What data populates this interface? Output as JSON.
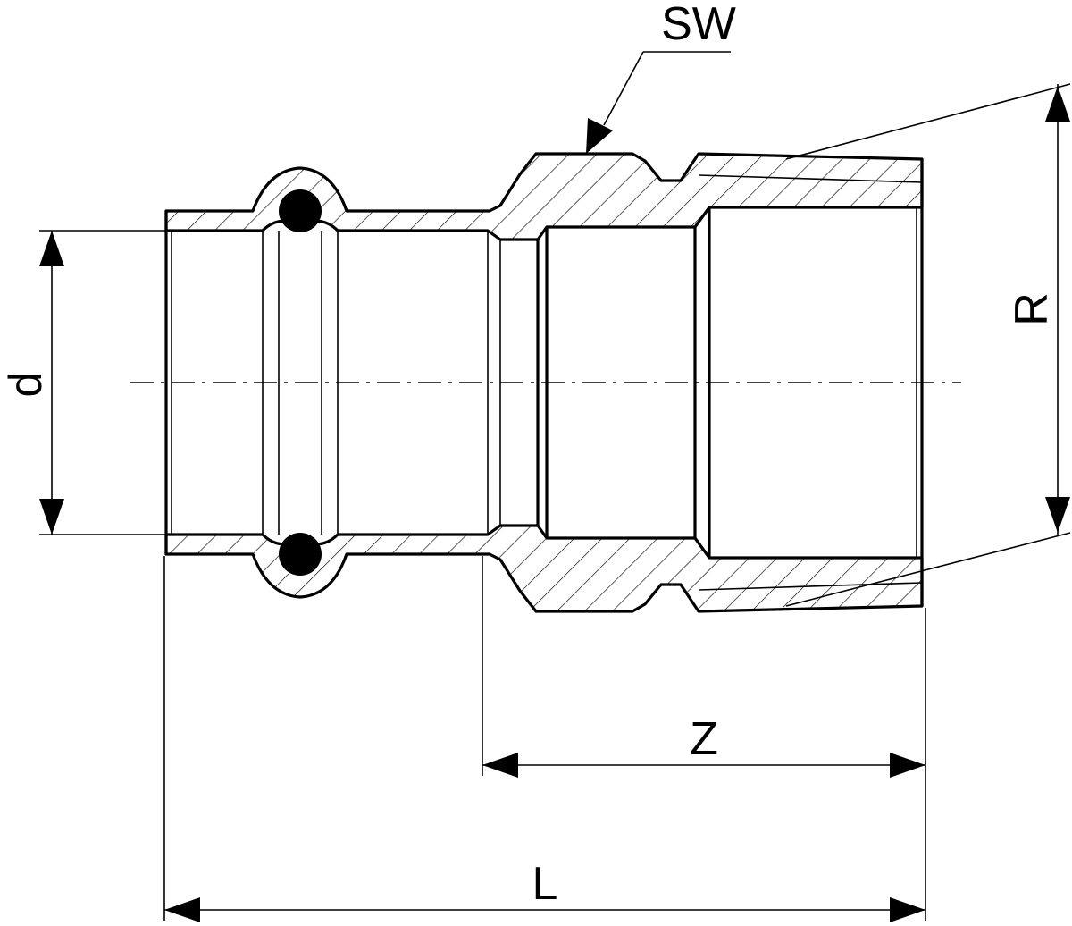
{
  "labels": {
    "sw": "SW",
    "d": "d",
    "r": "R",
    "z": "Z",
    "l": "L"
  },
  "colors": {
    "stroke": "#000000",
    "background": "#ffffff",
    "oring": "#000000"
  }
}
